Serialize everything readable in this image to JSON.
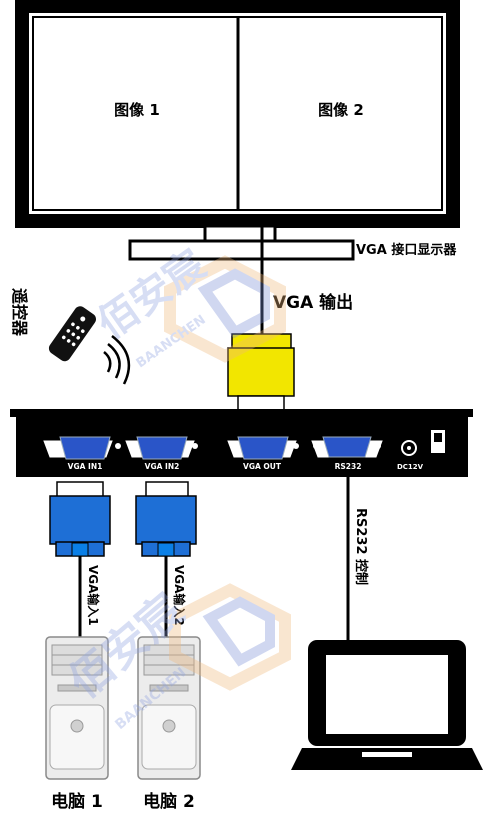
{
  "monitor": {
    "panel_left": "图像 1",
    "panel_right": "图像 2",
    "label": "VGA 接口显示器"
  },
  "vga_output_label": "VGA  输出",
  "remote_label": "遥控器",
  "device": {
    "ports": [
      {
        "id": "vga-in1",
        "label": "VGA  IN1"
      },
      {
        "id": "vga-in2",
        "label": "VGA  IN2"
      },
      {
        "id": "vga-out",
        "label": "VGA  OUT"
      },
      {
        "id": "rs232",
        "label": "RS232"
      },
      {
        "id": "dc12v",
        "label": "DC12V"
      }
    ]
  },
  "input_labels": {
    "vga1": "VGA输入1",
    "vga2": "VGA输入2"
  },
  "rs232_label": "RS232 控制",
  "computers": {
    "pc1": "电脑 1",
    "pc2": "电脑 2"
  },
  "watermark": "佰安宸 BAANCHEN",
  "colors": {
    "yellow_connector": "#f2e600",
    "blue_connector": "#1e6fd6",
    "port_blue": "#2a55c8",
    "watermark": "#b9c6ea"
  }
}
